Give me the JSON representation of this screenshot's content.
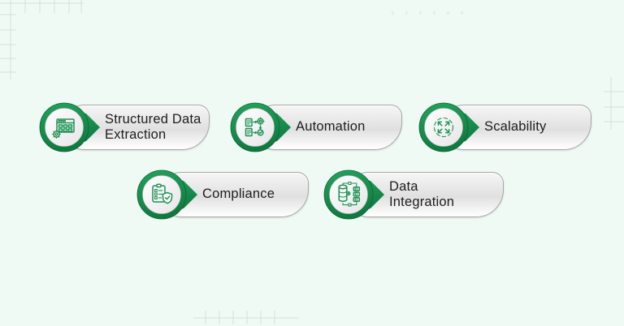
{
  "theme": {
    "background": "#f0faf4",
    "accent_green": "#14904d",
    "accent_green_dark": "#0c6b39",
    "icon_stroke": "#1e9355",
    "pill_border": "#a6a6a6",
    "text_color": "#1d1d1d",
    "grid_color": "#cfe2d8"
  },
  "badges": [
    {
      "label": "Structured Data\nExtraction",
      "icon": "structured-data-extraction-icon"
    },
    {
      "label": "Automation",
      "icon": "automation-icon"
    },
    {
      "label": "Scalability",
      "icon": "scalability-icon"
    },
    {
      "label": "Compliance",
      "icon": "compliance-icon"
    },
    {
      "label": "Data\nIntegration",
      "icon": "data-integration-icon"
    }
  ]
}
